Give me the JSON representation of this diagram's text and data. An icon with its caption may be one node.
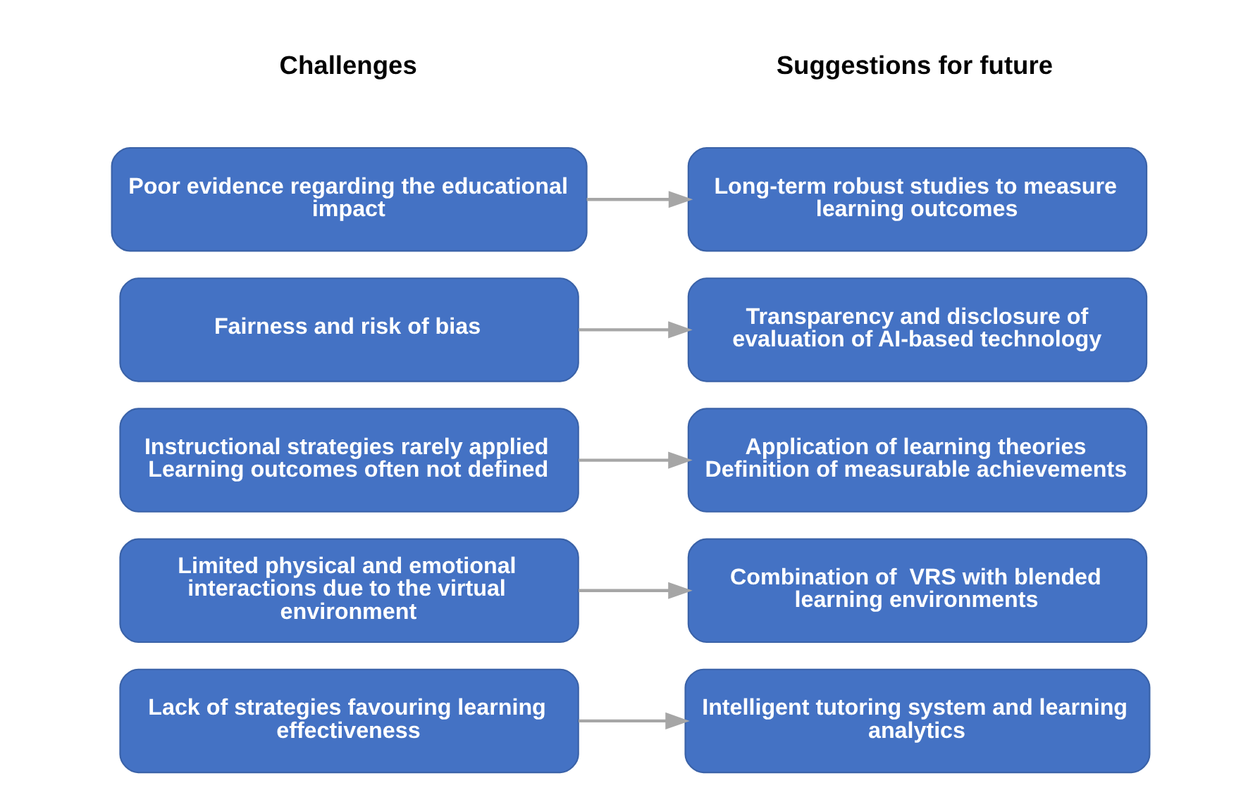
{
  "diagram": {
    "nodes": [
      {
        "text": [
          "Poor evidence regarding the educational impact"
        ]
      },
      {
        "text": [
          "Long-term robust studies to measure learning outcomes"
        ]
      },
      {
        "text": [
          "Fairness and risk of bias"
        ]
      },
      {
        "text": [
          "Transparency and disclosure of evaluation of AI-based technology"
        ]
      },
      {
        "text": [
          "Instructional strategies rarely applied",
          "Learning outcomes often not defined"
        ]
      },
      {
        "text": [
          "Application of learning theories",
          "Definition of measurable achievements"
        ]
      },
      {
        "text": [
          "Limited physical and emotional interactions due to the virtual environment"
        ]
      },
      {
        "text": [
          "Combination of  VRS with blended learning environments"
        ]
      },
      {
        "text": [
          "Lack of strategies favouring learning effectiveness"
        ]
      },
      {
        "text": [
          "Intelligent tutoring system and learning analytics"
        ]
      }
    ],
    "edges": [
      {
        "from": 0,
        "to": 1,
        "arrow": "to"
      },
      {
        "from": 2,
        "to": 3,
        "arrow": "to"
      },
      {
        "from": 4,
        "to": 5,
        "arrow": "to"
      },
      {
        "from": 6,
        "to": 7,
        "arrow": "to"
      },
      {
        "from": 8,
        "to": 9,
        "arrow": "to"
      }
    ],
    "labels": [
      "Challenges",
      "Suggestions for future"
    ]
  }
}
